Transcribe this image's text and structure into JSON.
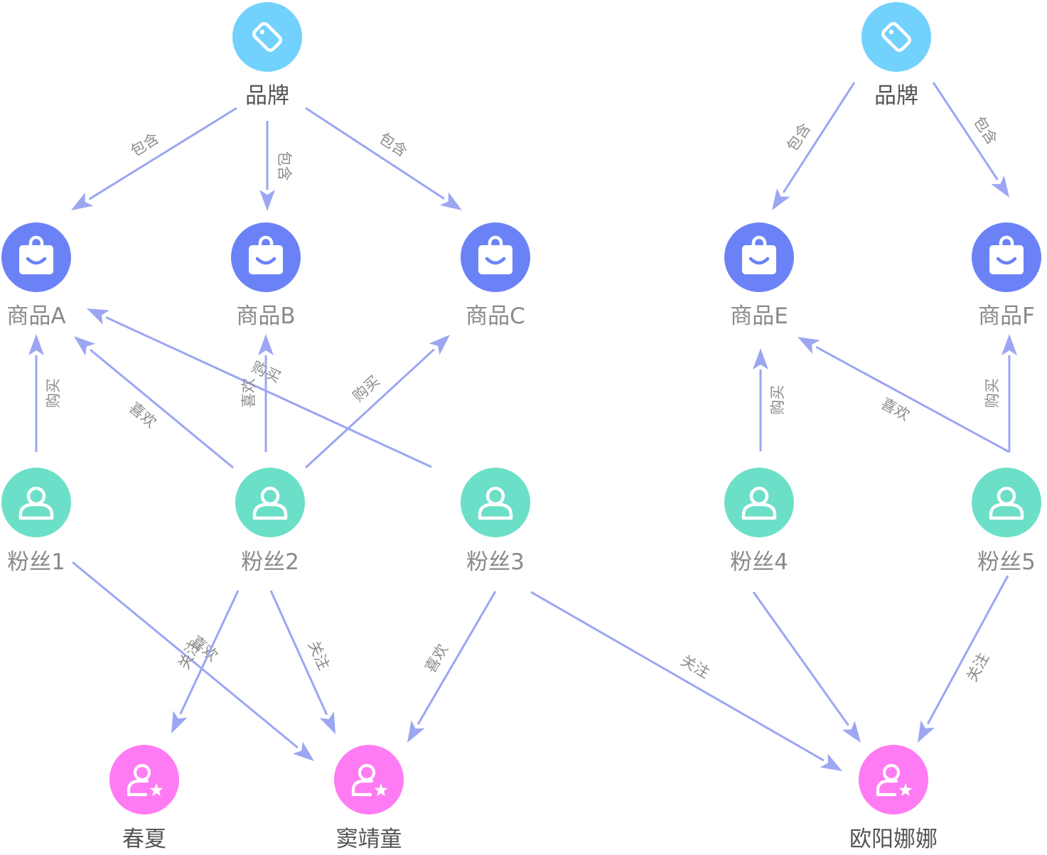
{
  "colors": {
    "brand": "#72d1fd",
    "product": "#6b82f7",
    "fan": "#6cdfc8",
    "celebrity": "#ff7bf3",
    "edge": "#9ca6f2"
  },
  "nodes": [
    {
      "id": "brand-1",
      "type": "brand",
      "icon": "tag-icon",
      "label": "品牌"
    },
    {
      "id": "brand-2",
      "type": "brand",
      "icon": "tag-icon",
      "label": "品牌"
    },
    {
      "id": "product-a",
      "type": "product",
      "icon": "shopping-bag-icon",
      "label": "商品A"
    },
    {
      "id": "product-b",
      "type": "product",
      "icon": "shopping-bag-icon",
      "label": "商品B"
    },
    {
      "id": "product-c",
      "type": "product",
      "icon": "shopping-bag-icon",
      "label": "商品C"
    },
    {
      "id": "product-e",
      "type": "product",
      "icon": "shopping-bag-icon",
      "label": "商品E"
    },
    {
      "id": "product-f",
      "type": "product",
      "icon": "shopping-bag-icon",
      "label": "商品F"
    },
    {
      "id": "fan-1",
      "type": "fan",
      "icon": "user-icon",
      "label": "粉丝1"
    },
    {
      "id": "fan-2",
      "type": "fan",
      "icon": "user-icon",
      "label": "粉丝2"
    },
    {
      "id": "fan-3",
      "type": "fan",
      "icon": "user-icon",
      "label": "粉丝3"
    },
    {
      "id": "fan-4",
      "type": "fan",
      "icon": "user-icon",
      "label": "粉丝4"
    },
    {
      "id": "fan-5",
      "type": "fan",
      "icon": "user-icon",
      "label": "粉丝5"
    },
    {
      "id": "celebrity-1",
      "type": "celebrity",
      "icon": "star-user-icon",
      "label": "春夏"
    },
    {
      "id": "celebrity-2",
      "type": "celebrity",
      "icon": "star-user-icon",
      "label": "窦靖童"
    },
    {
      "id": "celebrity-3",
      "type": "celebrity",
      "icon": "star-user-icon",
      "label": "欧阳娜娜"
    }
  ],
  "edges": [
    {
      "from": "brand-1",
      "to": "product-a",
      "label": "包含"
    },
    {
      "from": "brand-1",
      "to": "product-b",
      "label": "包含"
    },
    {
      "from": "brand-1",
      "to": "product-c",
      "label": "包含"
    },
    {
      "from": "brand-2",
      "to": "product-e",
      "label": "包含"
    },
    {
      "from": "brand-2",
      "to": "product-f",
      "label": "包含"
    },
    {
      "from": "fan-1",
      "to": "product-a",
      "label": "购买"
    },
    {
      "from": "fan-2",
      "to": "product-a",
      "label": "喜欢"
    },
    {
      "from": "fan-3",
      "to": "product-a",
      "label": "购买"
    },
    {
      "from": "fan-2",
      "to": "product-b",
      "label": "喜欢"
    },
    {
      "from": "fan-2",
      "to": "product-c",
      "label": "购买"
    },
    {
      "from": "fan-4",
      "to": "product-e",
      "label": "购买"
    },
    {
      "from": "fan-5",
      "to": "product-e",
      "label": "喜欢"
    },
    {
      "from": "fan-5",
      "to": "product-f",
      "label": "购买"
    },
    {
      "from": "fan-1",
      "to": "celebrity-2",
      "label": "喜欢"
    },
    {
      "from": "fan-2",
      "to": "celebrity-1",
      "label": "关注"
    },
    {
      "from": "fan-2",
      "to": "celebrity-2",
      "label": "关注"
    },
    {
      "from": "fan-3",
      "to": "celebrity-2",
      "label": "喜欢"
    },
    {
      "from": "fan-3",
      "to": "celebrity-3",
      "label": "关注"
    },
    {
      "from": "fan-4",
      "to": "celebrity-3",
      "label": ""
    },
    {
      "from": "fan-5",
      "to": "celebrity-3",
      "label": "关注"
    }
  ]
}
